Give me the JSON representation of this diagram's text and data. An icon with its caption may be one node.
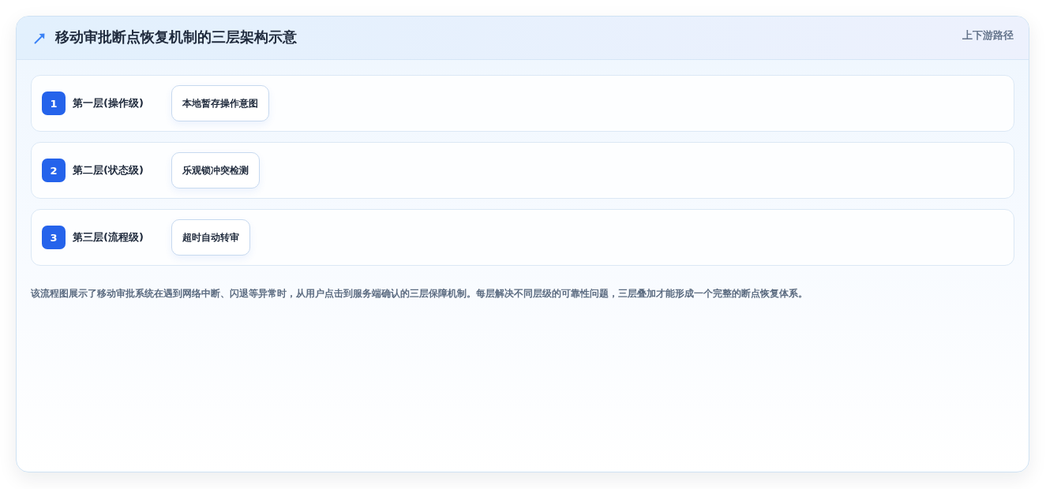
{
  "diagram": {
    "title": "移动审批断点恢复机制的三层架构示意",
    "nodes": [
      {
        "text": [
          "1",
          "第一层(操作级)"
        ]
      },
      {
        "text": [
          "本地暂存操作意图"
        ],
        "in": 0
      },
      {
        "text": [
          "2",
          "第二层(状态级)"
        ]
      },
      {
        "text": [
          "乐观锁冲突检测"
        ],
        "in": 2
      },
      {
        "text": [
          "3",
          "第三层(流程级)"
        ]
      },
      {
        "text": [
          "超时自动转审"
        ],
        "in": 4
      }
    ],
    "labels": [
      "上下游路径"
    ],
    "caption": "该流程图展示了移动审批系统在遇到网络中断、闪退等异常时，从用户点击到服务端确认的三层保障机制。每层解决不同层级的可靠性问题，三层叠加才能形成一个完整的断点恢复体系。"
  }
}
